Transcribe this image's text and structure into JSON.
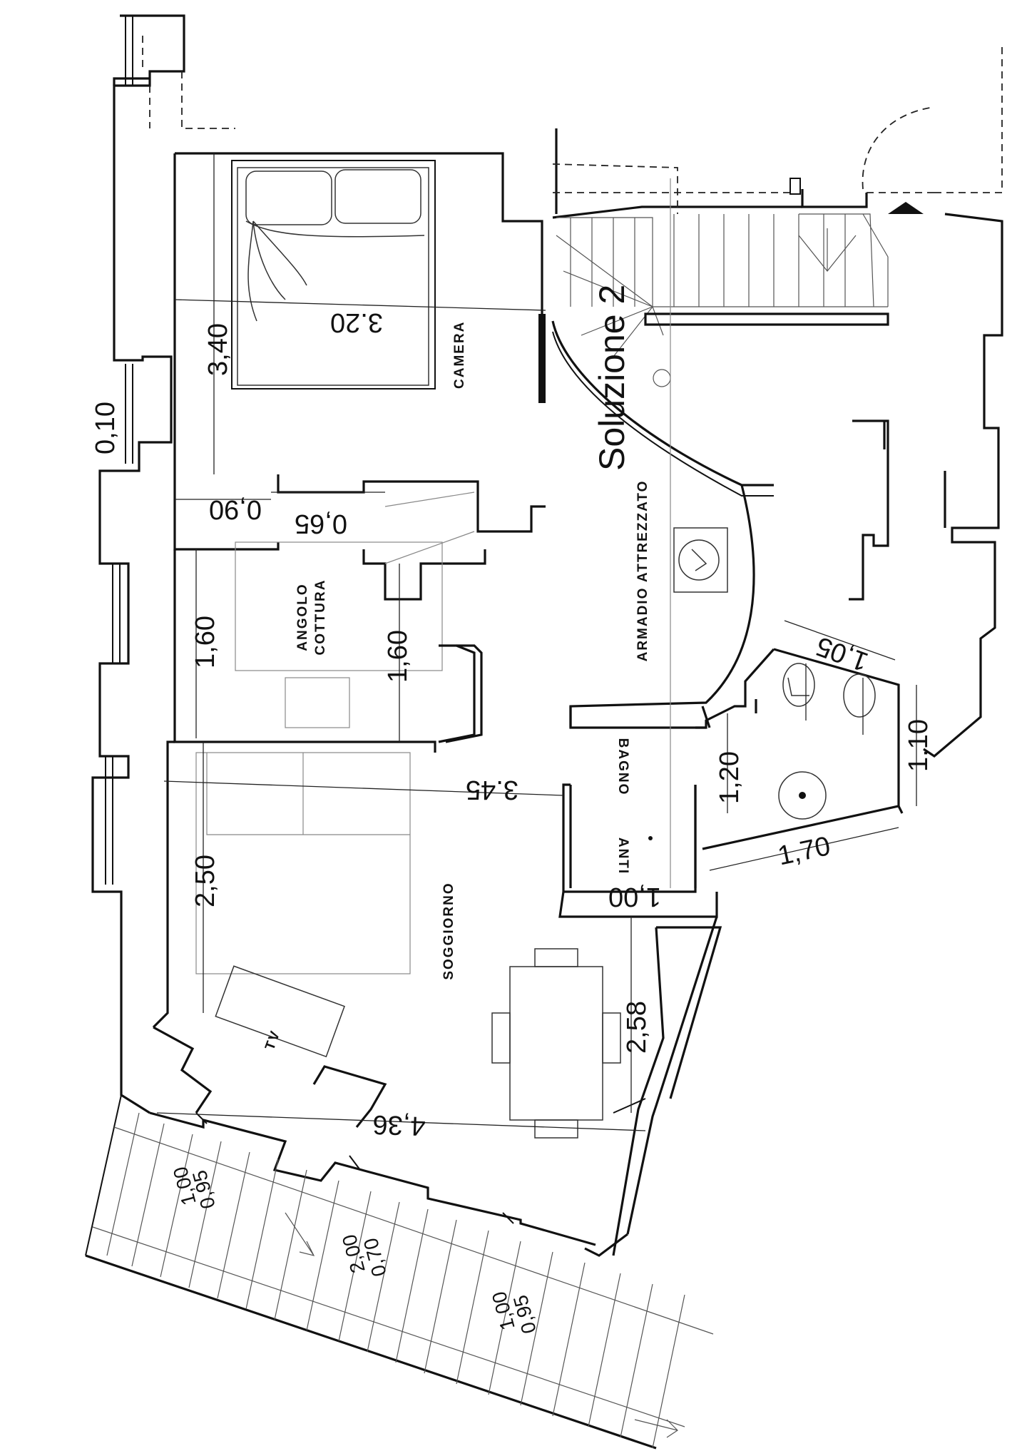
{
  "rooms": {
    "camera": "CAMERA",
    "angolo_cottura_1": "ANGOLO",
    "angolo_cottura_2": "COTTURA",
    "soggiorno": "SOGGIORNO",
    "anti_bagno_1": "ANTI",
    "anti_bagno_2": "BAGNO",
    "armadio": "ARMADIO ATTREZZATO",
    "tv": "TV"
  },
  "title": "Soluzione 2",
  "dimensions": {
    "camera_width": "3.20",
    "camera_length": "3,40",
    "partial_top": "0,10",
    "niche_a": "0,90",
    "niche_b": "0,65",
    "kitchen_1": "1,60",
    "kitchen_2": "1,60",
    "living_width": "3.45",
    "living_length": "2,50",
    "living_side": "2,58",
    "living_bottom": "4,36",
    "antibagno": "1,00",
    "bath_width": "1,70",
    "bath_height": "1,20",
    "bath_side": "1,10",
    "bath_wc": "1,05"
  },
  "windows": {
    "w1_a": "1,00",
    "w1_b": "0,95",
    "w2_a": "2,00",
    "w2_b": "0,70",
    "w3_a": "1,00",
    "w3_b": "0,95"
  }
}
